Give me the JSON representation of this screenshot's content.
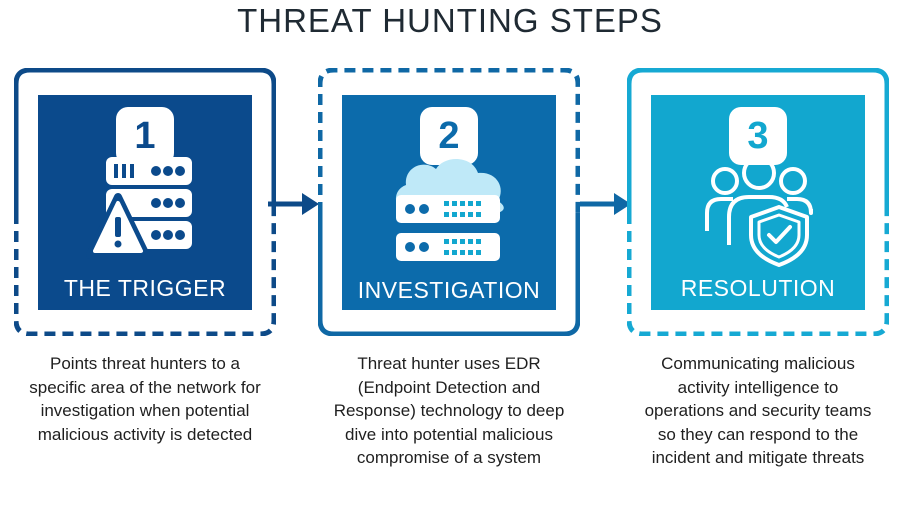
{
  "title": "THREAT HUNTING STEPS",
  "steps": [
    {
      "number": "1",
      "label": "THE TRIGGER",
      "icon": "server-warning-icon",
      "description": "Points threat hunters to a specific area of the network for investigation when potential malicious activity is detected",
      "card_color": "#0b4a8c",
      "border_color": "#0d4a88"
    },
    {
      "number": "2",
      "label": "INVESTIGATION",
      "icon": "cloud-server-icon",
      "description": "Threat hunter uses EDR (Endpoint Detection and Response) technology to deep dive into potential malicious compromise of a system",
      "card_color": "#0c6bab",
      "border_color": "#0f68a5"
    },
    {
      "number": "3",
      "label": "RESOLUTION",
      "icon": "team-shield-icon",
      "description": "Communicating malicious activity intelligence to operations and security teams so they can respond to the incident and mitigate threats",
      "card_color": "#12a7cf",
      "border_color": "#16a9d3"
    }
  ]
}
